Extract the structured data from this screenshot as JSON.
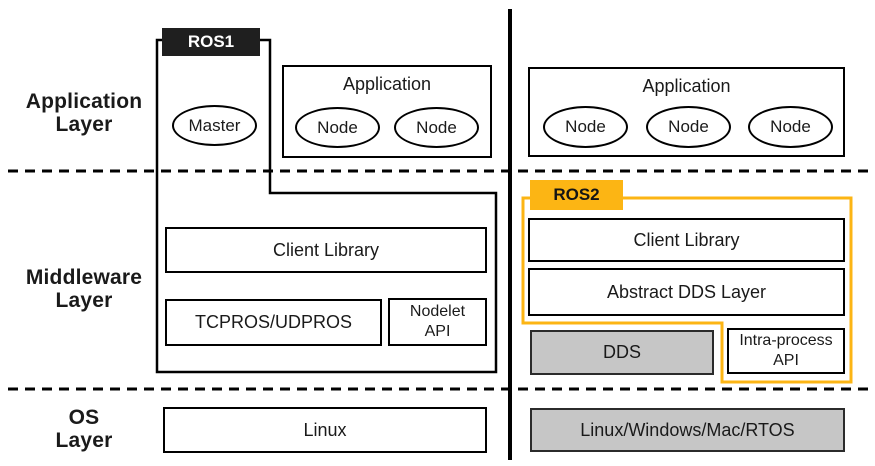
{
  "colors": {
    "accent_yellow": "#FCB514",
    "tag_black": "#1F1F1F",
    "box_gray": "#C6C6C6",
    "line_black": "#000000"
  },
  "layer_labels": {
    "application": {
      "line1": "Application",
      "line2": "Layer"
    },
    "middleware": {
      "line1": "Middleware",
      "line2": "Layer"
    },
    "os": {
      "line1": "OS",
      "line2": "Layer"
    }
  },
  "ros1": {
    "tag": "ROS1",
    "master": "Master",
    "application": {
      "title": "Application",
      "nodes": [
        "Node",
        "Node"
      ]
    },
    "client_library": "Client Library",
    "transport": "TCPROS/UDPROS",
    "nodelet_api": {
      "line1": "Nodelet",
      "line2": "API"
    },
    "os_box": "Linux"
  },
  "ros2": {
    "tag": "ROS2",
    "application": {
      "title": "Application",
      "nodes": [
        "Node",
        "Node",
        "Node"
      ]
    },
    "client_library": "Client Library",
    "abstract_dds": "Abstract DDS Layer",
    "dds": "DDS",
    "intra_process_api": {
      "line1": "Intra-process",
      "line2": "API"
    },
    "os_box": "Linux/Windows/Mac/RTOS"
  }
}
